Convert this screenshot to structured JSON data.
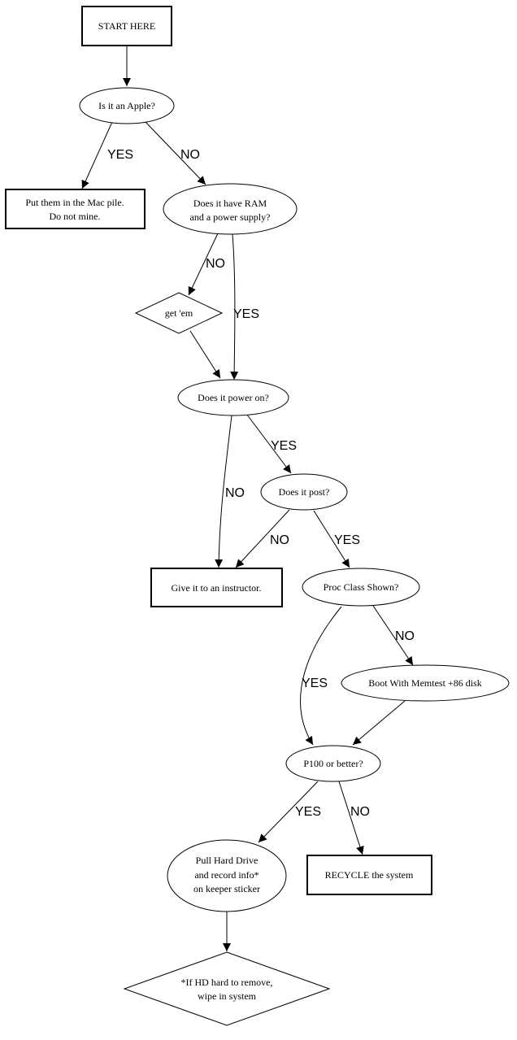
{
  "diagram": {
    "nodes": {
      "start": {
        "lines": [
          "START HERE"
        ]
      },
      "is_apple": {
        "lines": [
          "Is it an Apple?"
        ]
      },
      "mac_pile": {
        "lines": [
          "Put them in the Mac pile.",
          "Do not mine."
        ]
      },
      "ram_psu": {
        "lines": [
          "Does it have RAM",
          "and a power supply?"
        ]
      },
      "get_em": {
        "lines": [
          "get 'em"
        ]
      },
      "power_on": {
        "lines": [
          "Does it power on?"
        ]
      },
      "post": {
        "lines": [
          "Does it post?"
        ]
      },
      "instructor": {
        "lines": [
          "Give it to an instructor."
        ]
      },
      "proc_class": {
        "lines": [
          "Proc Class Shown?"
        ]
      },
      "memtest": {
        "lines": [
          "Boot With Memtest +86 disk"
        ]
      },
      "p100": {
        "lines": [
          "P100 or better?"
        ]
      },
      "pull_hd": {
        "lines": [
          "Pull Hard Drive",
          "and record info*",
          "on keeper sticker"
        ]
      },
      "recycle": {
        "lines": [
          "RECYCLE the system"
        ]
      },
      "wipe": {
        "lines": [
          "*If HD hard to remove,",
          "wipe in system"
        ]
      }
    },
    "edge_labels": {
      "apple_yes": "YES",
      "apple_no": "NO",
      "ram_no": "NO",
      "ram_yes": "YES",
      "power_yes": "YES",
      "power_no": "NO",
      "post_no": "NO",
      "post_yes": "YES",
      "proc_no": "NO",
      "proc_yes": "YES",
      "p100_yes": "YES",
      "p100_no": "NO"
    },
    "colors": {
      "stroke": "#000000",
      "fill": "#ffffff",
      "text": "#000000"
    }
  }
}
